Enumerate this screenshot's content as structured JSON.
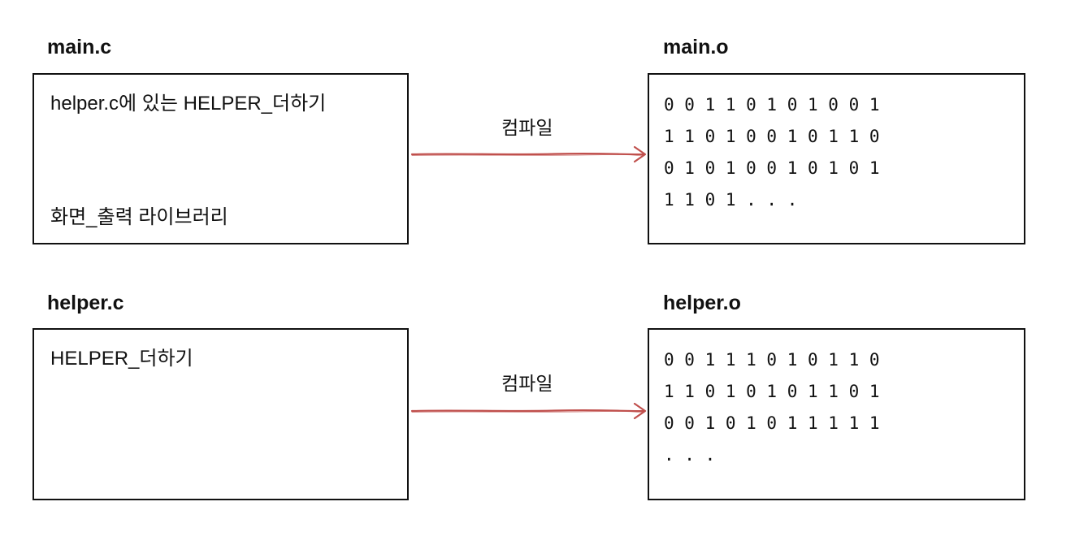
{
  "colors": {
    "arrow": "#c0504d",
    "border": "#111111",
    "text": "#111111"
  },
  "rows": [
    {
      "source": {
        "title": "main.c",
        "lines": [
          "helper.c에 있는 HELPER_더하기",
          "화면_출력 라이브러리"
        ]
      },
      "arrow_label": "컴파일",
      "object": {
        "title": "main.o",
        "bit_rows": [
          "0 0 1 1 0 1 0 1 0 0 1",
          "1 1 0 1 0 0 1 0 1 1 0",
          "0 1 0 1 0 0 1 0 1 0 1",
          "1 1 0 1 . . ."
        ]
      }
    },
    {
      "source": {
        "title": "helper.c",
        "lines": [
          "HELPER_더하기"
        ]
      },
      "arrow_label": "컴파일",
      "object": {
        "title": "helper.o",
        "bit_rows": [
          "0 0 1 1 1 0 1 0 1 1 0",
          "1 1 0 1 0 1 0 1 1 0 1",
          "0 0 1 0 1 0 1 1 1 1 1",
          ". . ."
        ]
      }
    }
  ]
}
